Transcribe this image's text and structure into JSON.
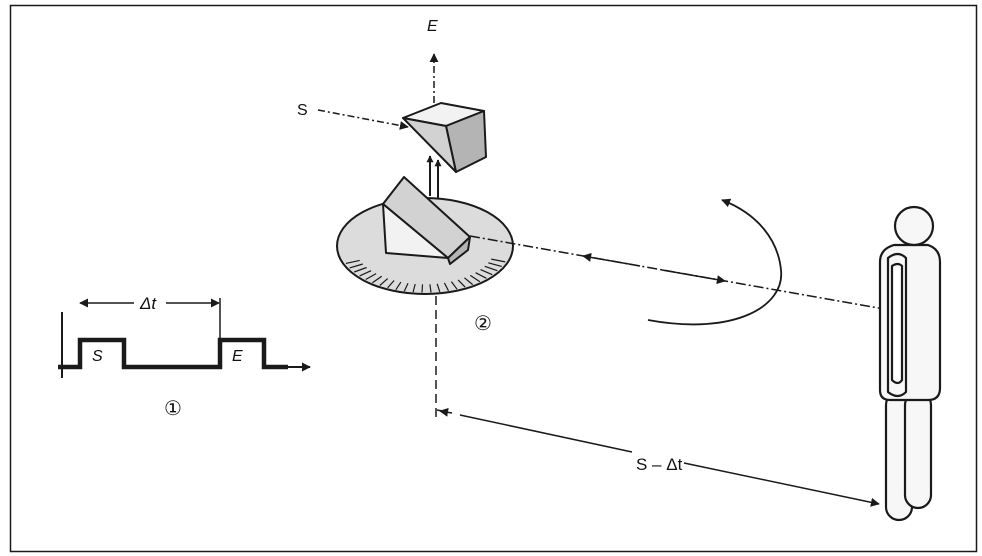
{
  "labels": {
    "emit": "E",
    "send": "S",
    "delta_t": "Δt",
    "pulse_s": "S",
    "pulse_e": "E",
    "marker_1": "①",
    "marker_2": "②",
    "distance": "S – Δt"
  },
  "colors": {
    "ink": "#1a1a1a",
    "disc_fill": "#dcdcdc",
    "prism_light": "#f2f2f2",
    "prism_mid": "#d2d2d2",
    "prism_dark": "#b4b4b4",
    "person_fill": "#f7f7f7"
  },
  "icons": {
    "scanner": "rotating-prism-scanner",
    "person": "person-figure",
    "rotation": "rotation-arrow"
  }
}
